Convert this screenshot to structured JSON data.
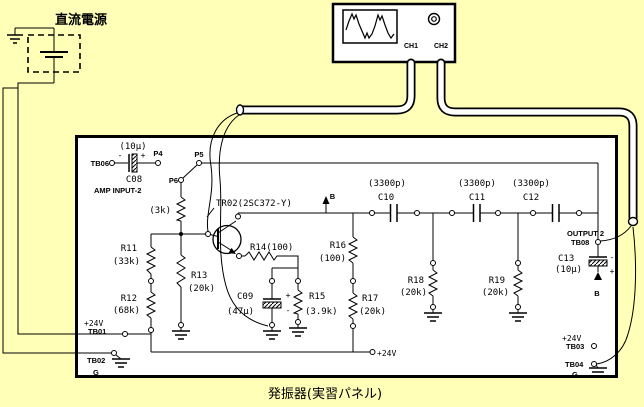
{
  "colors": {
    "background": "#FFFFB8",
    "panel_bg": "#FFFFFF",
    "ink": "#000000"
  },
  "dc_supply": {
    "title": "直流電源"
  },
  "oscilloscope": {
    "ch1_label": "CH1",
    "ch2_label": "CH2"
  },
  "panel": {
    "title": "発振器(実習パネル)",
    "input_section": {
      "tb06": "TB06",
      "c08_value": "(10μ)",
      "c08_minus": "-",
      "c08_plus": "+",
      "c08": "C08",
      "p4": "P4",
      "amp_input": "AMP INPUT-2",
      "p5": "P5",
      "p6": "P6",
      "r_base_value": "(3k)"
    },
    "transistor": {
      "label": "TR02(2SC372-Y)"
    },
    "test_point_b": "B",
    "bias": {
      "r11": "R11",
      "r11_value": "(33k)",
      "r12": "R12",
      "r12_value": "(68k)",
      "r13": "R13",
      "r13_value": "(20k)"
    },
    "emitter": {
      "r14": "R14(100)",
      "c09": "C09",
      "c09_value": "(47μ)",
      "c09_plus": "+",
      "c09_minus": "-",
      "r15": "R15",
      "r15_value": "(3.9k)"
    },
    "collector_load": {
      "r16": "R16",
      "r16_value": "(100)",
      "r17": "R17",
      "r17_value": "(20k)"
    },
    "ladder": {
      "c10_value": "(3300p)",
      "c10": "C10",
      "c11_value": "(3300p)",
      "c11": "C11",
      "c12_value": "(3300p)",
      "c12": "C12",
      "r18": "R18",
      "r18_value": "(20k)",
      "r19": "R19",
      "r19_value": "(20k)"
    },
    "output": {
      "output2": "OUTPUT 2",
      "tb08": "TB08",
      "c13": "C13",
      "c13_value": "(10μ)",
      "c13_minus": "-",
      "c13_plus": "+",
      "b": "B"
    },
    "power": {
      "plus24v_left": "+24V",
      "tb01": "TB01",
      "tb02": "TB02",
      "g_left": "G",
      "plus24v_rail": "+24V",
      "plus24v_tb03": "+24V",
      "tb03": "TB03",
      "tb04": "TB04",
      "g_right": "G"
    }
  }
}
